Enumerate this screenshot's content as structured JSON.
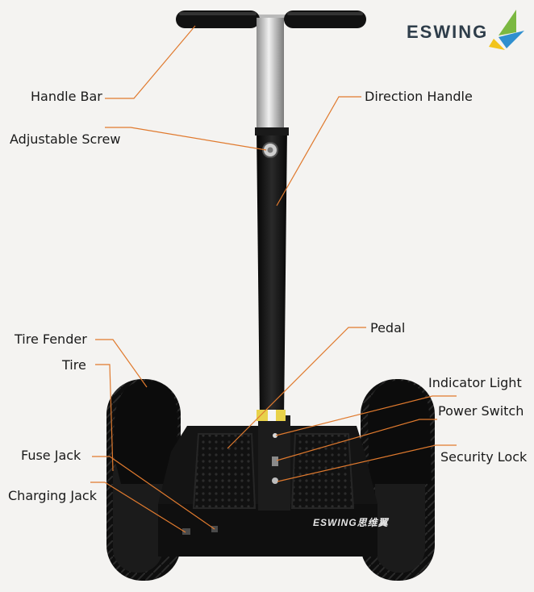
{
  "brand": {
    "name": "ESWING",
    "deck_logo": "ESWING思维翼"
  },
  "labels": {
    "handle_bar": "Handle Bar",
    "direction_handle": "Direction Handle",
    "adjustable_screw": "Adjustable Screw",
    "pedal": "Pedal",
    "tire_fender": "Tire Fender",
    "tire": "Tire",
    "indicator_light": "Indicator Light",
    "power_switch": "Power Switch",
    "fuse_jack": "Fuse Jack",
    "security_lock": "Security Lock",
    "charging_jack": "Charging Jack"
  },
  "colors": {
    "leader_line": "#e07a2e",
    "background": "#f4f3f1",
    "body": "#141414",
    "logo_green": "#7bb841",
    "logo_blue": "#2f8fcf",
    "logo_yellow": "#f2c41c"
  }
}
